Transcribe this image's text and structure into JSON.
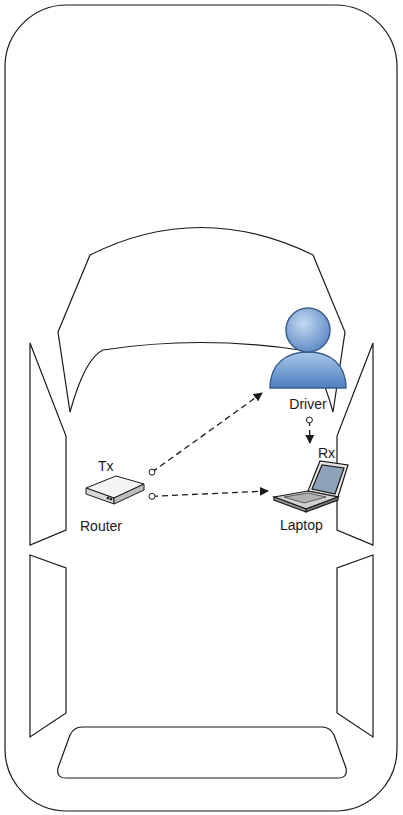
{
  "diagram": {
    "nodes": [
      {
        "text": [
          "Driver"
        ]
      },
      {
        "text": [
          "Tx",
          "Router"
        ]
      },
      {
        "text": [
          "Rx",
          "Laptop"
        ]
      }
    ],
    "edges": [
      {
        "from": 1,
        "to": 0,
        "arrow": "to"
      },
      {
        "from": 1,
        "to": 2,
        "arrow": "to"
      },
      {
        "from": 0,
        "to": 2,
        "arrow": "to"
      }
    ]
  }
}
